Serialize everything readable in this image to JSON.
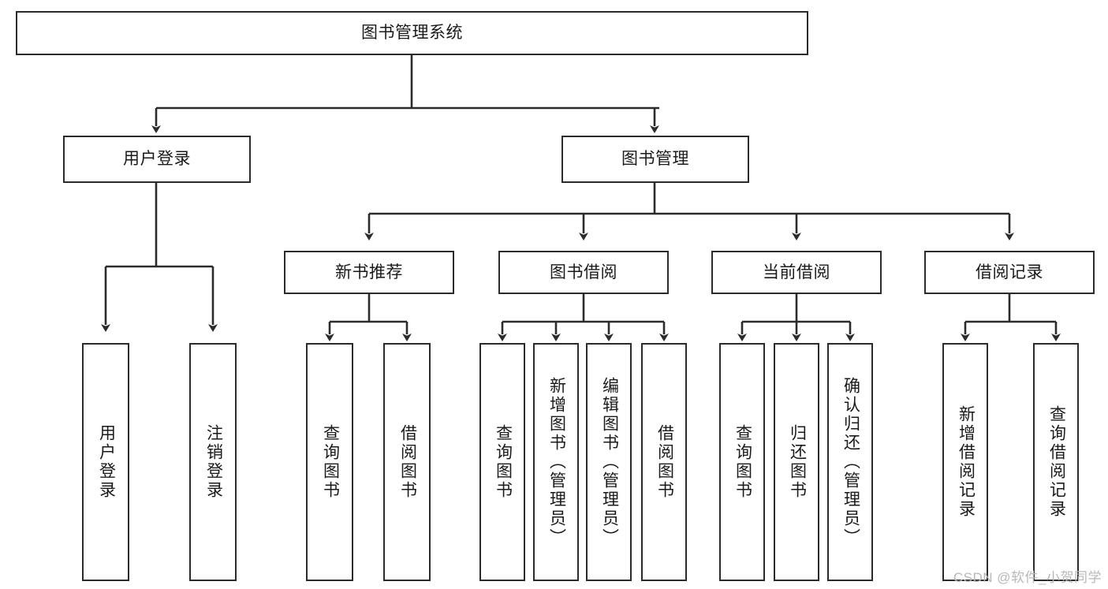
{
  "diagram": {
    "title": "图书管理系统",
    "type": "tree",
    "background_color": "#ffffff",
    "line_color": "#2b2b2b",
    "text_color": "#1a1a1a"
  },
  "nodes": {
    "root": {
      "label": "图书管理系统"
    },
    "level1": [
      {
        "id": "user-login",
        "label": "用户登录"
      },
      {
        "id": "book-management",
        "label": "图书管理"
      }
    ],
    "level2": [
      {
        "id": "new-book-recommend",
        "label": "新书推荐"
      },
      {
        "id": "book-borrow",
        "label": "图书借阅"
      },
      {
        "id": "current-borrow",
        "label": "当前借阅"
      },
      {
        "id": "borrow-record",
        "label": "借阅记录"
      }
    ],
    "leaves": {
      "user_login": [
        {
          "id": "leaf-user-login",
          "label": "用户登录"
        },
        {
          "id": "leaf-logout-login",
          "label": "注销登录"
        }
      ],
      "new_book_recommend": [
        {
          "id": "leaf-query-book-1",
          "label": "查询图书"
        },
        {
          "id": "leaf-borrow-book-1",
          "label": "借阅图书"
        }
      ],
      "book_borrow": [
        {
          "id": "leaf-query-book-2",
          "label": "查询图书"
        },
        {
          "id": "leaf-add-book",
          "label": "新增图书（管理员）"
        },
        {
          "id": "leaf-edit-book",
          "label": "编辑图书（管理员）"
        },
        {
          "id": "leaf-borrow-book-2",
          "label": "借阅图书"
        }
      ],
      "current_borrow": [
        {
          "id": "leaf-query-book-3",
          "label": "查询图书"
        },
        {
          "id": "leaf-return-book",
          "label": "归还图书"
        },
        {
          "id": "leaf-confirm-return",
          "label": "确认归还（管理员）"
        }
      ],
      "borrow_record": [
        {
          "id": "leaf-add-record",
          "label": "新增借阅记录"
        },
        {
          "id": "leaf-query-record",
          "label": "查询借阅记录"
        }
      ]
    }
  },
  "watermark": {
    "text": "CSDN @软件_小贺同学"
  }
}
